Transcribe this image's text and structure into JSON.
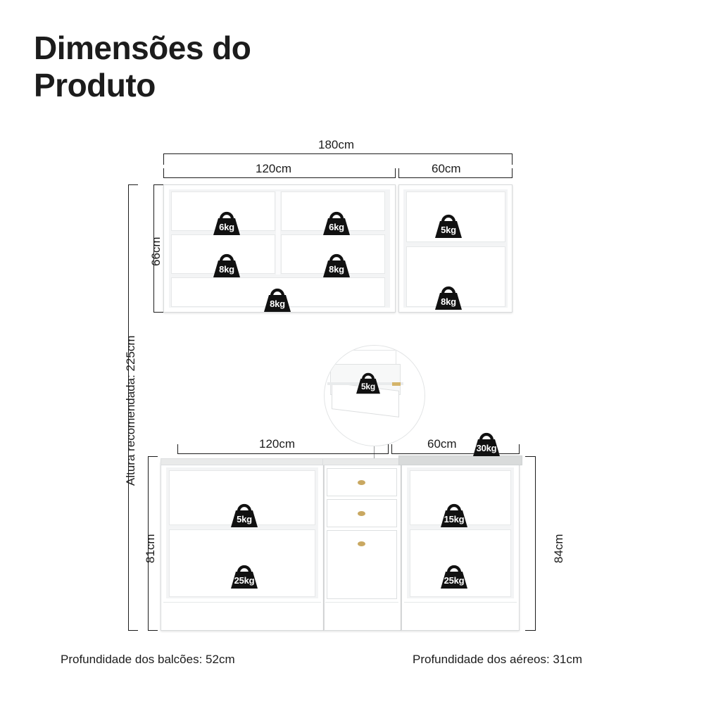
{
  "title": "Dimensões do\nProduto",
  "title_line1": "Dimensões do",
  "title_line2": "Produto",
  "upper_section": {
    "total_width_label": "180cm",
    "left_width_label": "120cm",
    "right_width_label": "60cm",
    "height_label": "66cm",
    "weights": [
      {
        "id": "upper-left-top-1",
        "value": "6kg"
      },
      {
        "id": "upper-left-top-2",
        "value": "6kg"
      },
      {
        "id": "upper-left-mid-1",
        "value": "8kg"
      },
      {
        "id": "upper-left-mid-2",
        "value": "8kg"
      },
      {
        "id": "upper-left-bottom",
        "value": "8kg"
      },
      {
        "id": "upper-right-top",
        "value": "5kg"
      },
      {
        "id": "upper-right-bottom",
        "value": "8kg"
      }
    ]
  },
  "overall_height_label": "Altura recomendada: 225cm",
  "drawer_callout": {
    "weight": "5kg"
  },
  "lower_section": {
    "left_width_label": "120cm",
    "right_width_label": "60cm",
    "left_height_label": "81cm",
    "right_height_label": "84cm",
    "countertop_weight": "30kg",
    "weights": [
      {
        "id": "lower-left-top",
        "value": "5kg"
      },
      {
        "id": "lower-left-bottom",
        "value": "25kg"
      },
      {
        "id": "lower-right-top",
        "value": "15kg"
      },
      {
        "id": "lower-right-bottom",
        "value": "25kg"
      }
    ]
  },
  "footnotes": {
    "left": "Profundidade dos balcões: 52cm",
    "right": "Profundidade dos aéreos: 31cm"
  }
}
